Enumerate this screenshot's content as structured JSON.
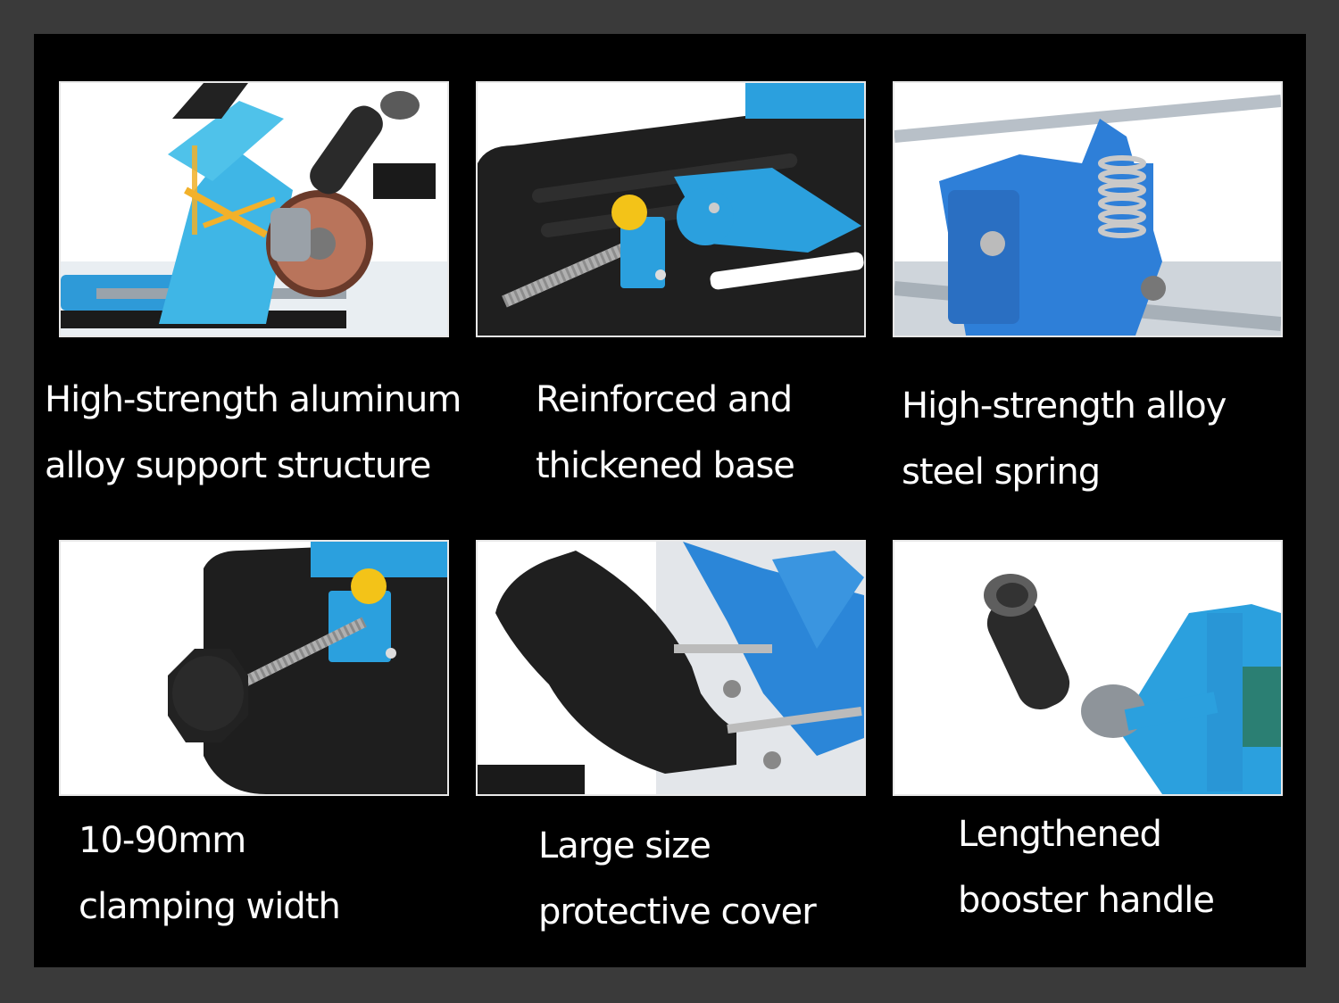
{
  "colors": {
    "page_border": "#3a3a3a",
    "background": "#000000",
    "panel_frame": "#e8e8e8",
    "accent_blue": "#2f8fe0",
    "caption": "#ffffff"
  },
  "features": [
    {
      "line1": "High-strength aluminum",
      "line2": "alloy support structure",
      "image": "grinder-stand-frame-photo"
    },
    {
      "line1": "Reinforced and",
      "line2": "thickened base",
      "image": "base-plate-clamp-photo"
    },
    {
      "line1": "High-strength alloy",
      "line2": "steel spring",
      "image": "steel-spring-photo"
    },
    {
      "line1": "10-90mm",
      "line2": "clamping width",
      "image": "clamp-knob-screw-photo"
    },
    {
      "line1": "Large size",
      "line2": "protective cover",
      "image": "protective-cover-photo"
    },
    {
      "line1": "Lengthened",
      "line2": "booster handle",
      "image": "booster-handle-photo"
    }
  ]
}
